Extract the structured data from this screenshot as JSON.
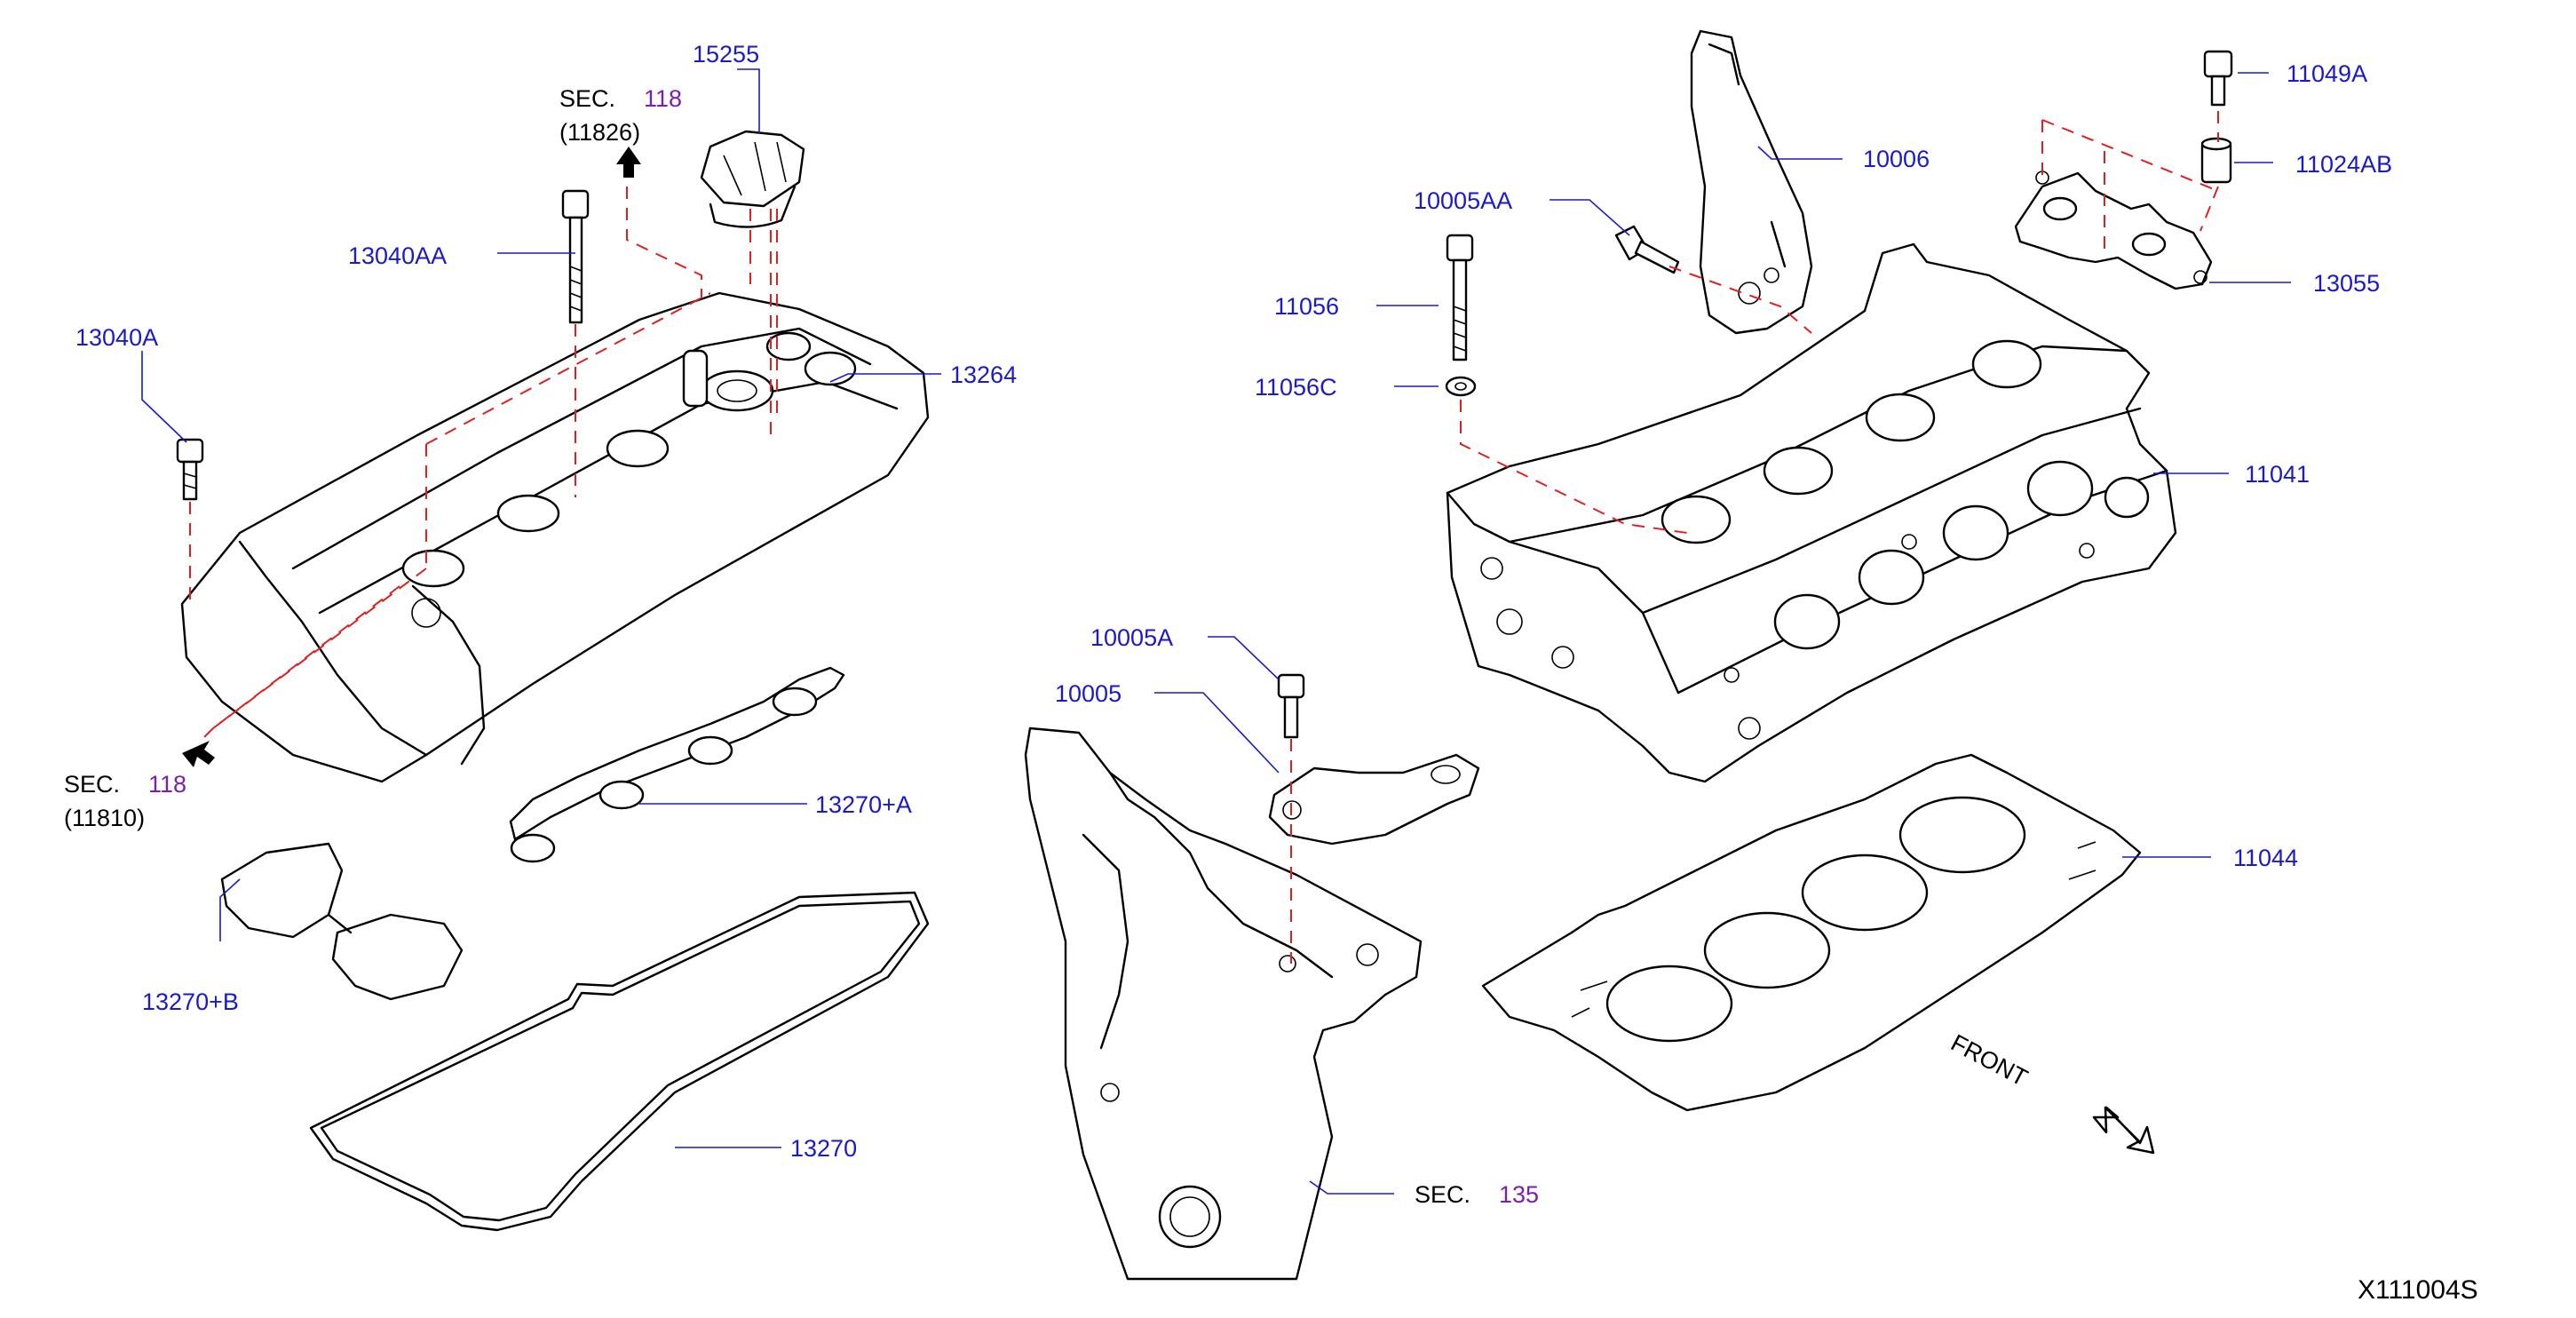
{
  "labels": {
    "p15255": "15255",
    "p13040AA": "13040AA",
    "p13040A": "13040A",
    "p13264": "13264",
    "p13270A": "13270+A",
    "p13270B": "13270+B",
    "p13270": "13270",
    "p10006": "10006",
    "p10005AA": "10005AA",
    "p11056": "11056",
    "p11056C": "11056C",
    "p11049A": "11049A",
    "p11024AB": "11024AB",
    "p13055": "13055",
    "p11041": "11041",
    "p10005A": "10005A",
    "p10005": "10005",
    "p11044": "11044"
  },
  "sections": {
    "top": {
      "prefix": "SEC.",
      "number": "118",
      "sub": "(11826)"
    },
    "left": {
      "prefix": "SEC.",
      "number": "118",
      "sub": "(11810)"
    },
    "bottom": {
      "prefix": "SEC.",
      "number": "135"
    }
  },
  "front_label": "FRONT",
  "diagram_id": "X111004S",
  "colors": {
    "part_number": "#1a1acc",
    "section_number": "#7a1fb0",
    "guide_dash": "#e02020"
  }
}
